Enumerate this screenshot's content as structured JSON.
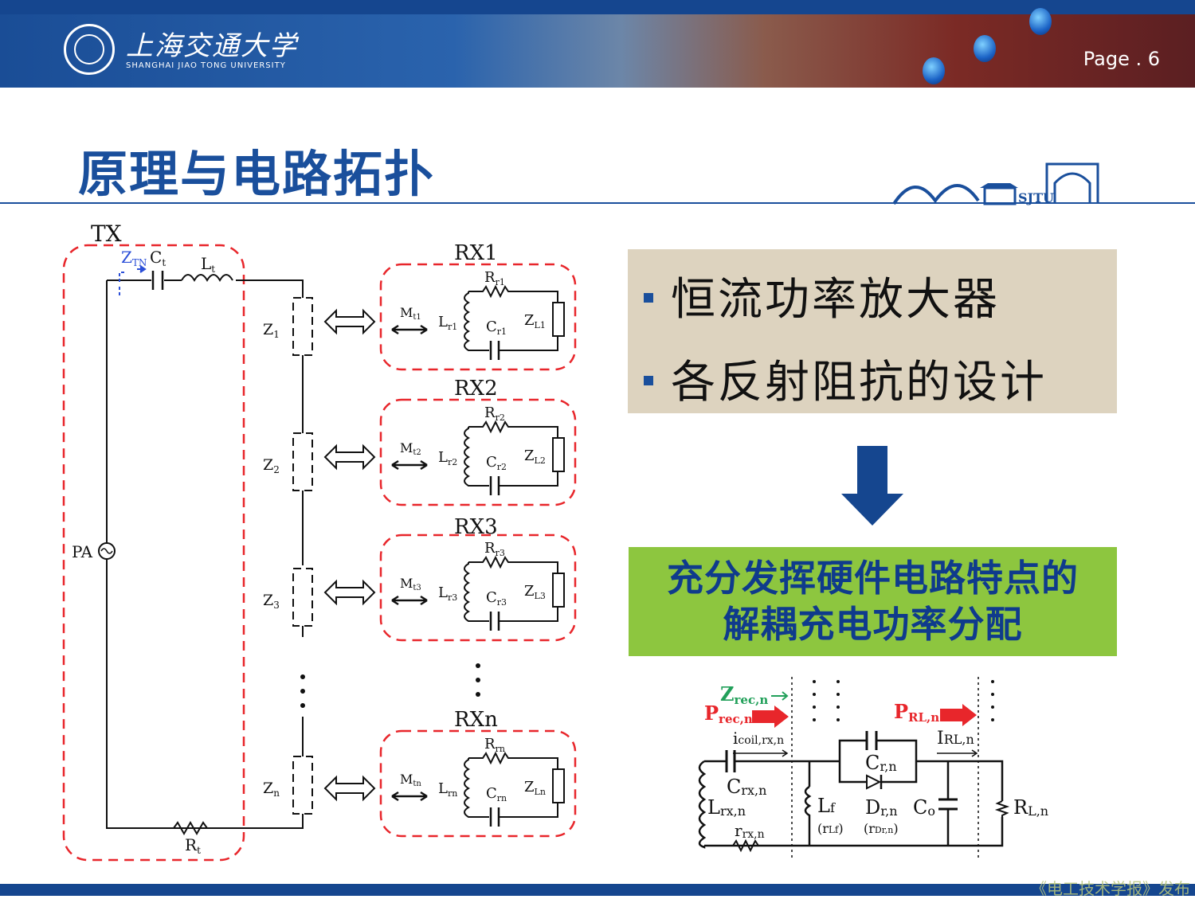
{
  "header": {
    "school_cn": "上海交通大学",
    "school_en": "SHANGHAI JIAO TONG UNIVERSITY",
    "page": "Page . 6"
  },
  "slide": {
    "title": "原理与电路拓扑"
  },
  "skyline_label": "SJTU",
  "circuit": {
    "tx_label": "TX",
    "z_tn": "Z",
    "z_tn_sub": "TN",
    "ct": "C",
    "ct_sub": "t",
    "lt": "L",
    "lt_sub": "t",
    "pa": "PA",
    "rt": "R",
    "rt_sub": "t",
    "receivers": [
      {
        "name": "RX1",
        "z": "Z",
        "zs": "1",
        "m": "M",
        "ms": "t1",
        "l": "L",
        "ls": "r1",
        "r": "R",
        "rs": "r1",
        "c": "C",
        "cs": "r1",
        "zl": "Z",
        "zls": "L1"
      },
      {
        "name": "RX2",
        "z": "Z",
        "zs": "2",
        "m": "M",
        "ms": "t2",
        "l": "L",
        "ls": "r2",
        "r": "R",
        "rs": "r2",
        "c": "C",
        "cs": "r2",
        "zl": "Z",
        "zls": "L2"
      },
      {
        "name": "RX3",
        "z": "Z",
        "zs": "3",
        "m": "M",
        "ms": "t3",
        "l": "L",
        "ls": "r3",
        "r": "R",
        "rs": "r3",
        "c": "C",
        "cs": "r3",
        "zl": "Z",
        "zls": "L3"
      },
      {
        "name": "RXn",
        "z": "Z",
        "zs": "n",
        "m": "M",
        "ms": "tn",
        "l": "L",
        "ls": "rn",
        "r": "R",
        "rs": "rn",
        "c": "C",
        "cs": "rn",
        "zl": "Z",
        "zls": "Ln"
      }
    ]
  },
  "bullets": [
    "恒流功率放大器",
    "各反射阻抗的设计"
  ],
  "conclusion": [
    "充分发挥硬件电路特点的",
    "解耦充电功率分配"
  ],
  "rx_circuit": {
    "zrec": "Z",
    "zrec_sub": "rec,n",
    "prec": "P",
    "prec_sub": "rec,n",
    "prl": "P",
    "prl_sub": "RL,n",
    "icoil": "i",
    "icoil_sub": "coil,rx,n",
    "irl": "I",
    "irl_sub": "RL,n",
    "crx": "C",
    "crx_sub": "rx,n",
    "lrx": "L",
    "lrx_sub": "rx,n",
    "rrx": "r",
    "rrx_sub": "rx,n",
    "lf": "L",
    "lf_sub": "f",
    "rlf": "(r",
    "rlf_sub": "Lf",
    "rlf_end": ")",
    "crn": "C",
    "crn_sub": "r,n",
    "drn": "D",
    "drn_sub": "r,n",
    "rdrn": "(r",
    "rdrn_sub": "Dr,n",
    "rdrn_end": ")",
    "co": "C",
    "co_sub": "o",
    "rln": "R",
    "rln_sub": "L,n"
  },
  "watermark": "《电工技术学报》发布",
  "colors": {
    "brand_blue": "#1a4f9c",
    "tan_box": "#ddd3bf",
    "green_box": "#8dc63f",
    "dash_red": "#e8262b"
  }
}
